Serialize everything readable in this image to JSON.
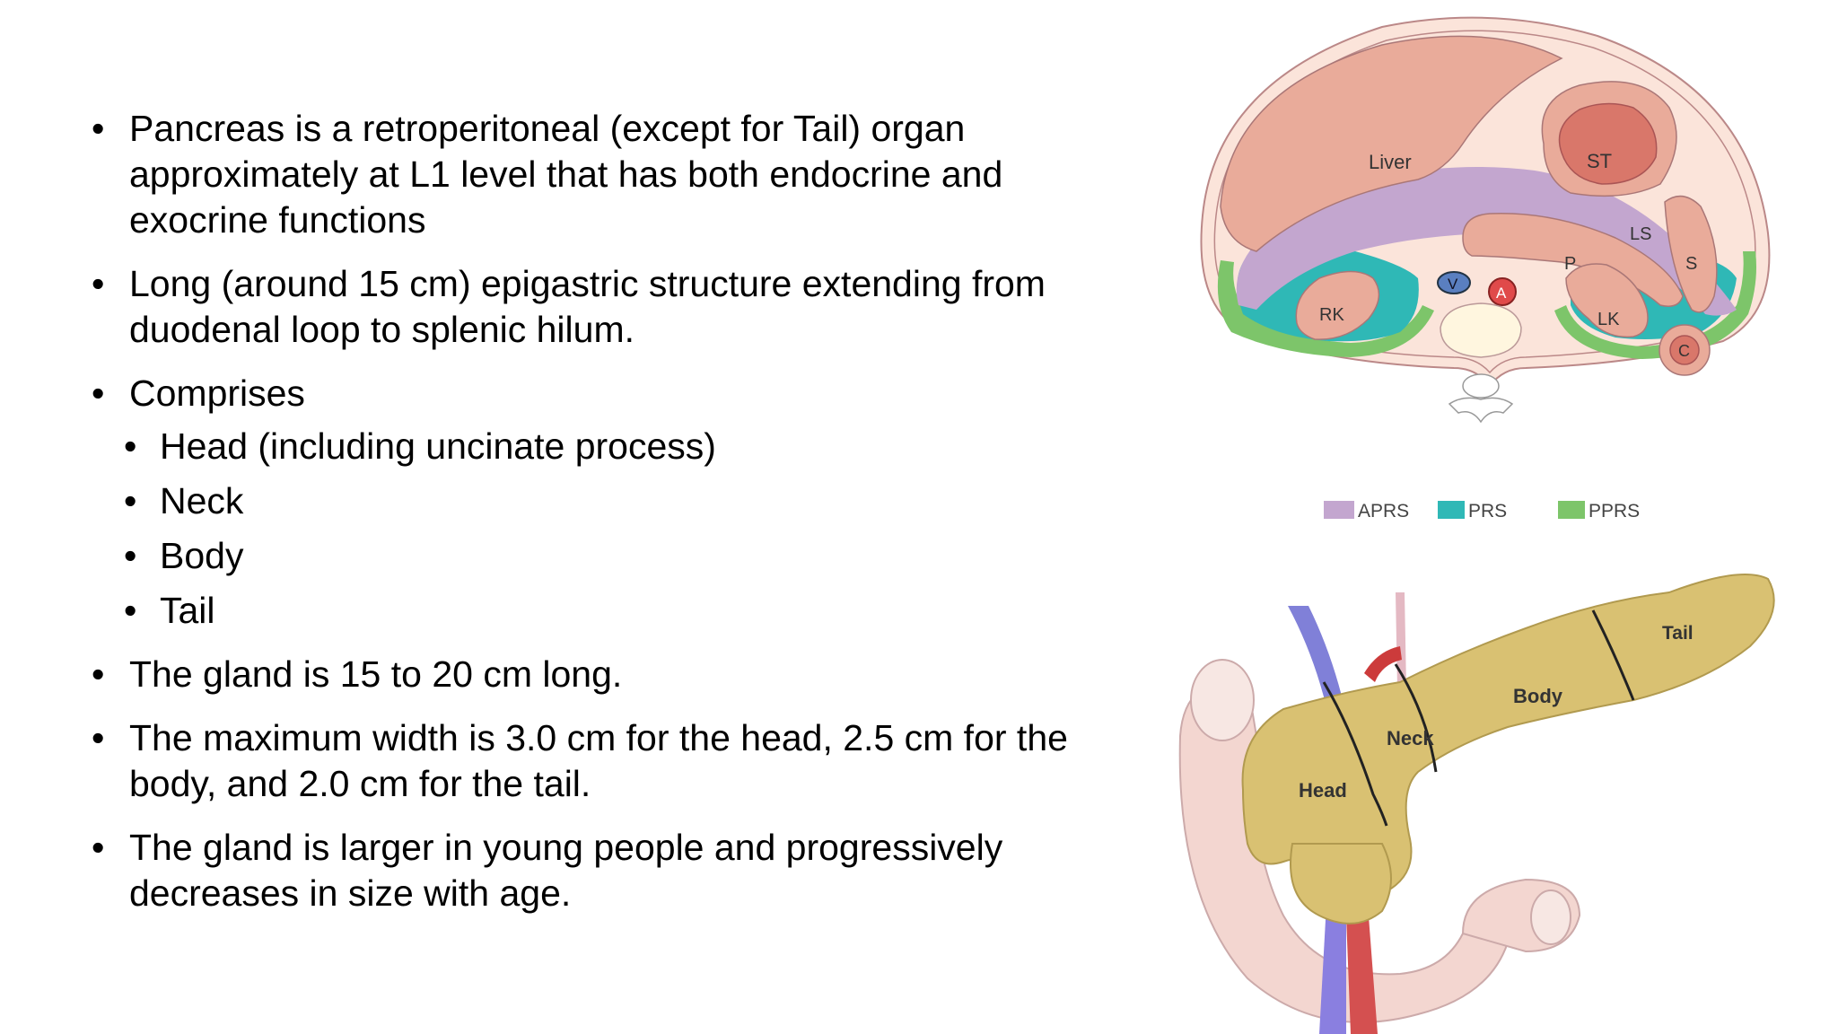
{
  "bullets": [
    {
      "text": "Pancreas is a retroperitoneal (except for Tail) organ\napproximately  at L1 level that has both endocrine and\nexocrine functions"
    },
    {
      "text": "Long (around 15 cm) epigastric structure extending from\nduodenal loop to splenic hilum."
    },
    {
      "text": "Comprises",
      "sub": [
        "Head (including uncinate process)",
        "Neck",
        "Body",
        "Tail"
      ]
    },
    {
      "text": "The gland is 15 to 20 cm long."
    },
    {
      "text": "The maximum width is 3.0 cm for the head, 2.5 cm for the\nbody, and 2.0 cm for the tail."
    },
    {
      "text": "The gland is larger in young people and progressively\ndecreases in size with age."
    }
  ],
  "cross_section": {
    "labels": {
      "liver": "Liver",
      "st": "ST",
      "ls": "LS",
      "s": "S",
      "p": "P",
      "v": "V",
      "a": "A",
      "rk": "RK",
      "lk": "LK",
      "c": "C"
    },
    "legend": [
      {
        "label": "APRS",
        "color": "#c3a6cf"
      },
      {
        "label": "PRS",
        "color": "#2fb8b6"
      },
      {
        "label": "PPRS",
        "color": "#7dc56a"
      }
    ]
  },
  "pancreas": {
    "labels": {
      "head": "Head",
      "neck": "Neck",
      "body": "Body",
      "tail": "Tail"
    }
  },
  "colors": {
    "organ": "#e9ab9a",
    "stomach": "#d9776a",
    "fat": "#fbe4da",
    "gland": "#d9c172"
  }
}
